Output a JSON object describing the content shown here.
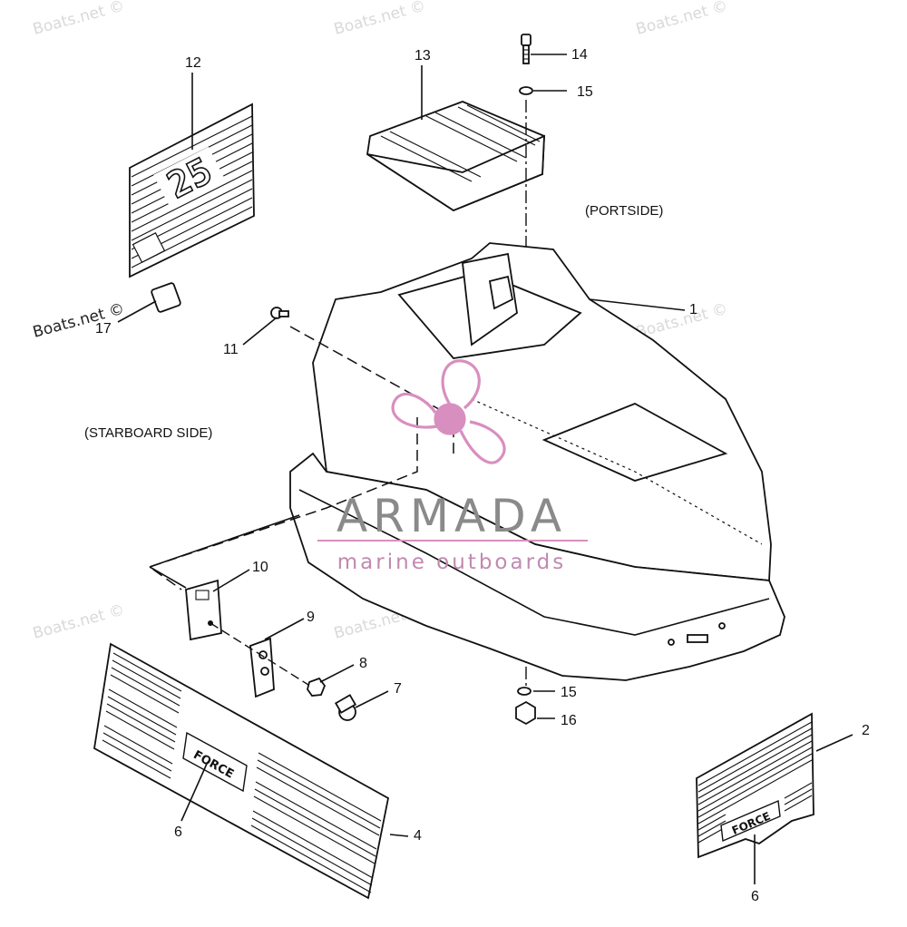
{
  "diagram": {
    "callouts": {
      "c1": "1",
      "c2": "2",
      "c4": "4",
      "c6a": "6",
      "c6b": "6",
      "c7": "7",
      "c8": "8",
      "c9": "9",
      "c10": "10",
      "c11": "11",
      "c12": "12",
      "c13": "13",
      "c14": "14",
      "c15a": "15",
      "c15b": "15",
      "c16": "16",
      "c17": "17"
    },
    "side_labels": {
      "portside": "(PORTSIDE)",
      "starboard": "(STARBOARD SIDE)"
    },
    "decal_text": {
      "force_rear": "FORCE",
      "force_side": "FORCE",
      "model_number": "25"
    }
  },
  "watermarks": {
    "site": "Boats.net ©",
    "brand_name": "ARMADA",
    "brand_tagline": "marine outboards",
    "colors": {
      "brand_pink": "#d88fbf",
      "brand_gray": "#8a8a8a"
    }
  }
}
